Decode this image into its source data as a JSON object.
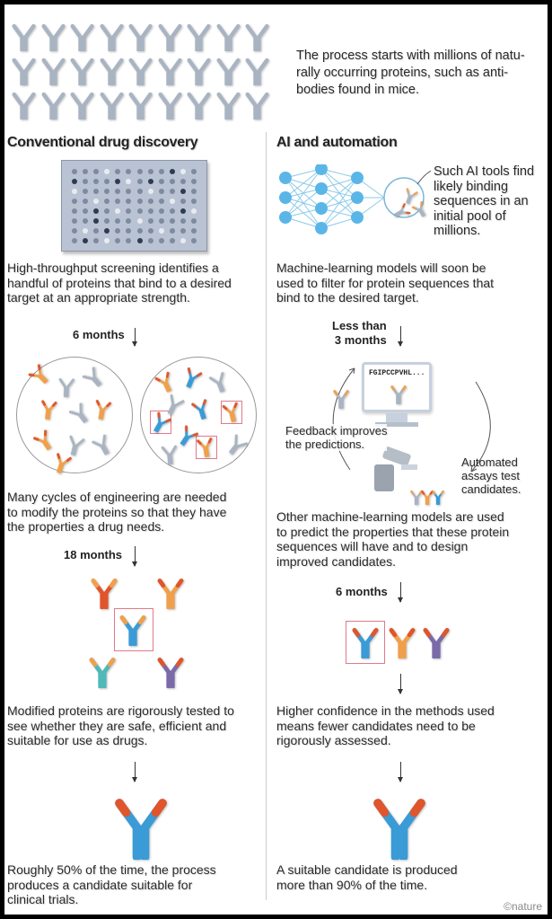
{
  "intro": {
    "text_lines": [
      "The process starts with millions of natu-",
      "rally occurring proteins, such as anti-",
      "bodies found in mice."
    ]
  },
  "left": {
    "heading": "Conventional drug discovery",
    "step1": [
      "High-throughput screening identifies a",
      "handful of proteins that bind to a desired",
      "target at an appropriate strength."
    ],
    "dur1": "6 months",
    "step2": [
      "Many cycles of engineering are needed",
      "to modify the proteins so that they have",
      "the properties a drug needs."
    ],
    "dur2": "18 months",
    "step3": [
      "Modified proteins are rigorously tested to",
      "see whether they are safe, efficient and",
      "suitable for use as drugs."
    ],
    "step4": [
      "Roughly 50% of the time, the process",
      "produces a candidate suitable for",
      "clinical trials."
    ]
  },
  "right": {
    "heading": "AI and automation",
    "ai_note": [
      "Such AI tools find",
      "likely binding",
      "sequences in an",
      "initial pool of",
      "millions."
    ],
    "step1": [
      "Machine-learning models will soon be",
      "used to filter for protein sequences that",
      "bind to the desired target."
    ],
    "dur1": [
      "Less than",
      "3 months"
    ],
    "sequence": "FGIPCCPVHL...",
    "feedback": [
      "Feedback improves",
      "the predictions."
    ],
    "assays": [
      "Automated",
      "assays test",
      "candidates."
    ],
    "step2": [
      "Other machine-learning models are used",
      "to predict the properties that these protein",
      "sequences will have and to design",
      "improved candidates."
    ],
    "dur2": "6 months",
    "step3": [
      "Higher confidence in the methods used",
      "means fewer candidates need to be",
      "rigorously assessed."
    ],
    "step4": [
      "A suitable candidate is produced",
      "more than 90% of the time."
    ]
  },
  "credit": "©nature",
  "colors": {
    "grey": "#a9b4c2",
    "orange": "#f0a04b",
    "red": "#e0552b",
    "blue": "#3a9bd6",
    "teal": "#4fb8b8",
    "purple": "#7b6aa8",
    "node": "#5bb6e8"
  }
}
